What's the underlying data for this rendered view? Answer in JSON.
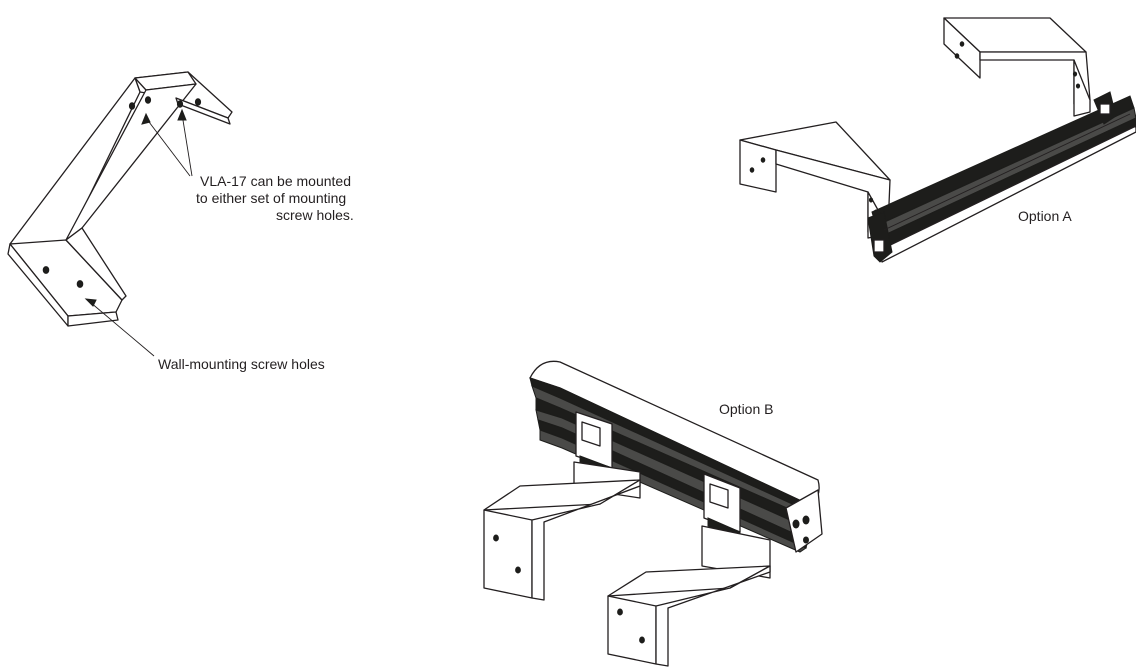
{
  "callouts": {
    "mount_holes_line1": "VLA-17 can be mounted",
    "mount_holes_line2": "to either set of mounting",
    "mount_holes_line3": "screw holes.",
    "wall_holes": "Wall-mounting screw holes"
  },
  "options": {
    "option_a": "Option A",
    "option_b": "Option B"
  },
  "colors": {
    "line": "#231f20",
    "fill": "#ffffff",
    "dark": "#1d1d1b"
  }
}
